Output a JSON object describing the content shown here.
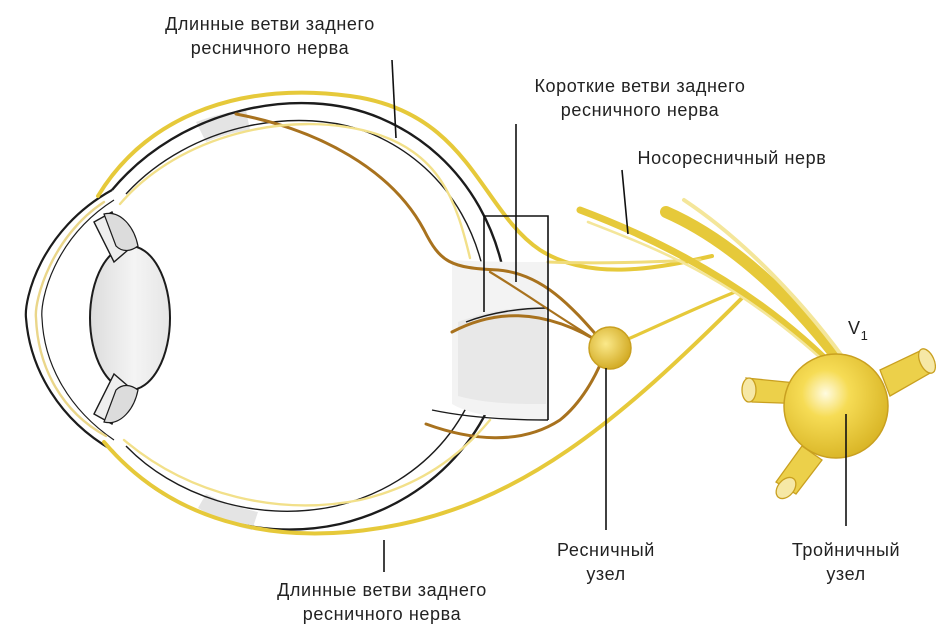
{
  "labels": {
    "long_branches_top": [
      "Длинные ветви заднего",
      "ресничного нерва"
    ],
    "short_branches": [
      "Короткие ветви заднего",
      "ресничного нерва"
    ],
    "nasociliary": "Носоресничный нерв",
    "v1": "V",
    "v1_sub": "1",
    "ciliary_ganglion": [
      "Ресничный",
      "узел"
    ],
    "trigeminal_ganglion": [
      "Тройничный",
      "узел"
    ],
    "long_branches_bottom": [
      "Длинные ветви заднего",
      "ресничного нерва"
    ]
  },
  "colors": {
    "nerve_yellow": "#e6c93a",
    "nerve_yellow_light": "#f2e08a",
    "nerve_brown": "#a8721e",
    "eye_outline": "#1c1c1c",
    "eye_fill": "#ffffff",
    "grey_shading": "#e2e2e2",
    "leader_line": "#111111"
  }
}
